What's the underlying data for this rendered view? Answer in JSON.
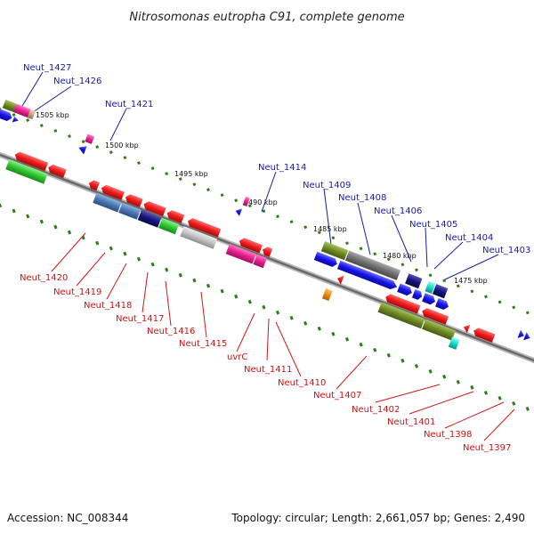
{
  "title": "Nitrosomonas eutropha C91, complete genome",
  "footer": {
    "accession": "Accession: NC_008344",
    "summary": "Topology: circular; Length: 2,661,057 bp; Genes: 2,490"
  },
  "scale_labels": [
    "1505 kbp",
    "1500 kbp",
    "1495 kbp",
    "1490 kbp",
    "1485 kbp",
    "1480 kbp",
    "1475 kbp"
  ],
  "top_genes": [
    "Neut_1427",
    "Neut_1426",
    "Neut_1421",
    "Neut_1414",
    "Neut_1409",
    "Neut_1408",
    "Neut_1406",
    "Neut_1405",
    "Neut_1404",
    "Neut_1403"
  ],
  "bottom_genes": [
    "Neut_1420",
    "Neut_1419",
    "Neut_1418",
    "Neut_1417",
    "Neut_1416",
    "Neut_1415",
    "uvrC",
    "Neut_1411",
    "Neut_1410",
    "Neut_1407",
    "Neut_1402",
    "Neut_1401",
    "Neut_1398",
    "Neut_1397"
  ],
  "colors": {
    "backbone": "#808080",
    "forward_strand": "#1f1fe0",
    "reverse_strand": "#e01818",
    "label_top": "#1a1aa6",
    "label_bottom": "#c81414",
    "scale_tick": "#2e7d1a",
    "gene_magenta": "#e0208a",
    "gene_olive": "#6e8a22",
    "gene_green": "#2ec82e",
    "gene_steel": "#4a78b4",
    "gene_navy": "#14147a",
    "gene_gray": "#707070",
    "gene_lightgray": "#c0c0c0",
    "gene_cyan": "#18d8c8",
    "gene_orange": "#f08a10",
    "gene_tan": "#c8a878"
  }
}
